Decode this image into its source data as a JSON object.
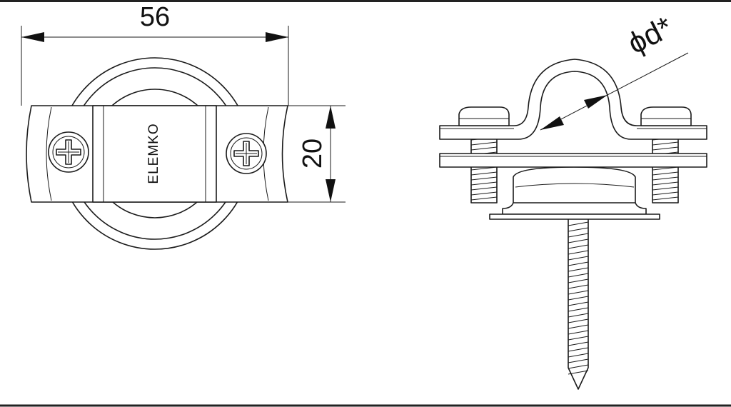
{
  "drawing": {
    "dimension_width": "56",
    "dimension_height": "20",
    "dimension_diameter": "ϕd*",
    "brand_label": "ELEMKO",
    "colors": {
      "line": "#1a1a1a",
      "background": "#ffffff",
      "frame": "#222222"
    }
  }
}
